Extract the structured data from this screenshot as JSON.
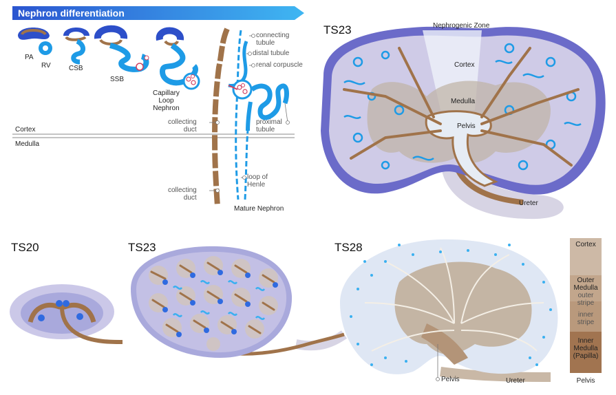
{
  "banner": {
    "title": "Nephron differentiation"
  },
  "stages": {
    "pa": "PA",
    "rv": "RV",
    "csb": "CSB",
    "ssb": "SSB",
    "cln": "Capillary\nLoop\nNephron"
  },
  "zones": {
    "cortex": "Cortex",
    "medulla": "Medulla"
  },
  "nephron_labels": {
    "connecting_tubule": "connecting\ntubule",
    "distal_tubule": "distal tubule",
    "renal_corpuscle": "renal corpuscle",
    "collecting_duct_1": "collecting\nduct",
    "proximal_tubule": "proximal\ntubule",
    "loop_of_henle": "loop of\nHenle",
    "collecting_duct_2": "collecting\nduct",
    "mature_nephron": "Mature Nephron"
  },
  "ts23_section": {
    "title": "TS23",
    "nephrogenic_zone": "Nephrogenic Zone",
    "cortex": "Cortex",
    "medulla": "Medulla",
    "pelvis": "Pelvis",
    "ureter": "Ureter"
  },
  "bottom": {
    "ts20": "TS20",
    "ts23": "TS23",
    "ts28": "TS28",
    "pelvis": "Pelvis",
    "ureter": "Ureter"
  },
  "legend": {
    "cortex": "Cortex",
    "outer_medulla": "Outer\nMedulla",
    "outer_stripe": "outer\nstripe",
    "inner_stripe": "inner\nstripe",
    "inner_medulla": "Inner\nMedulla\n(Papilla)",
    "pelvis": "Pelvis"
  },
  "colors": {
    "banner_start": "#2d5fd6",
    "banner_end": "#3ab0f0",
    "nephron_blue": "#1e9be6",
    "duct_brown": "#a0734a",
    "tissue_lavender": "#a9a9dc",
    "tissue_dark": "#6b6bc9",
    "medulla_tan": "#c9b8a6",
    "pelvis_light": "#e6ecf4"
  }
}
